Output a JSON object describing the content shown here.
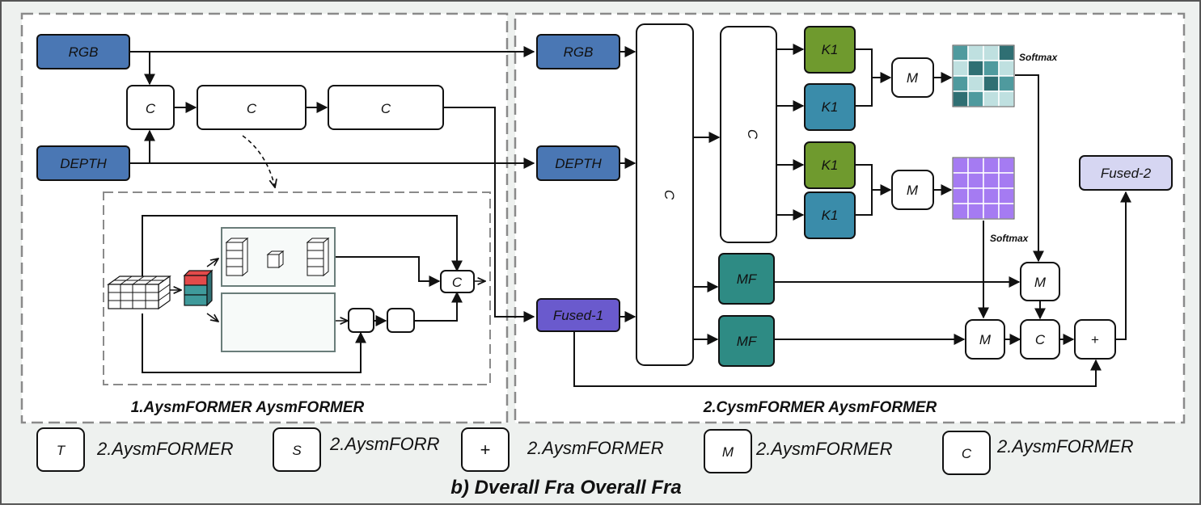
{
  "colors": {
    "input_blue": "#4a77b4",
    "fused1_purple": "#6a5acd",
    "fused2_lavender": "#d6d6f2",
    "k1_green": "#6f9a2e",
    "k1_blue": "#3a8caa",
    "mf_teal": "#2e8b84",
    "grid_purple": "#a57bf2",
    "grid_teal_dark": "#2f6f73",
    "grid_teal_light": "#bfe0e0",
    "cube_red": "#e34a4a",
    "cube_teal": "#3f9a9b",
    "border_gray": "#555555",
    "dashed_gray": "#8a8a8a"
  },
  "left_section": {
    "title": "1.AysmFORMER AysmFORMER",
    "rgb": "RGB",
    "depth": "DEPTH",
    "concat_small": "C",
    "concat_mid": "C",
    "concat_right": "C",
    "inset": {
      "concat": "C"
    }
  },
  "right_section": {
    "title": "2.CysmFORMER AysmFORMER",
    "rgb": "RGB",
    "depth": "DEPTH",
    "fused1": "Fused-1",
    "fused2": "Fused-2",
    "big_concat": "C",
    "mid_concat": "C",
    "k1_labels": [
      "K1",
      "K1",
      "K1",
      "K1"
    ],
    "m_top": "M",
    "m_mid": "M",
    "mf_top": "MF",
    "mf_bottom": "MF",
    "m_right_top": "M",
    "m_right_bottom": "M",
    "c_right": "C",
    "plus_right": "+",
    "softmax_top": "Softmax",
    "softmax_bottom": "Softmax"
  },
  "legend": [
    {
      "symbol": "T",
      "label": "2.AysmFORMER"
    },
    {
      "symbol": "S",
      "label": "2.AysmFORR"
    },
    {
      "symbol": "+",
      "label": "2.AysmFORMER"
    },
    {
      "symbol": "M",
      "label": "2.AysmFORMER"
    },
    {
      "symbol": "C",
      "label": "2.AysmFORMER"
    }
  ],
  "caption": "b) Dverall Fra Overall Fra"
}
